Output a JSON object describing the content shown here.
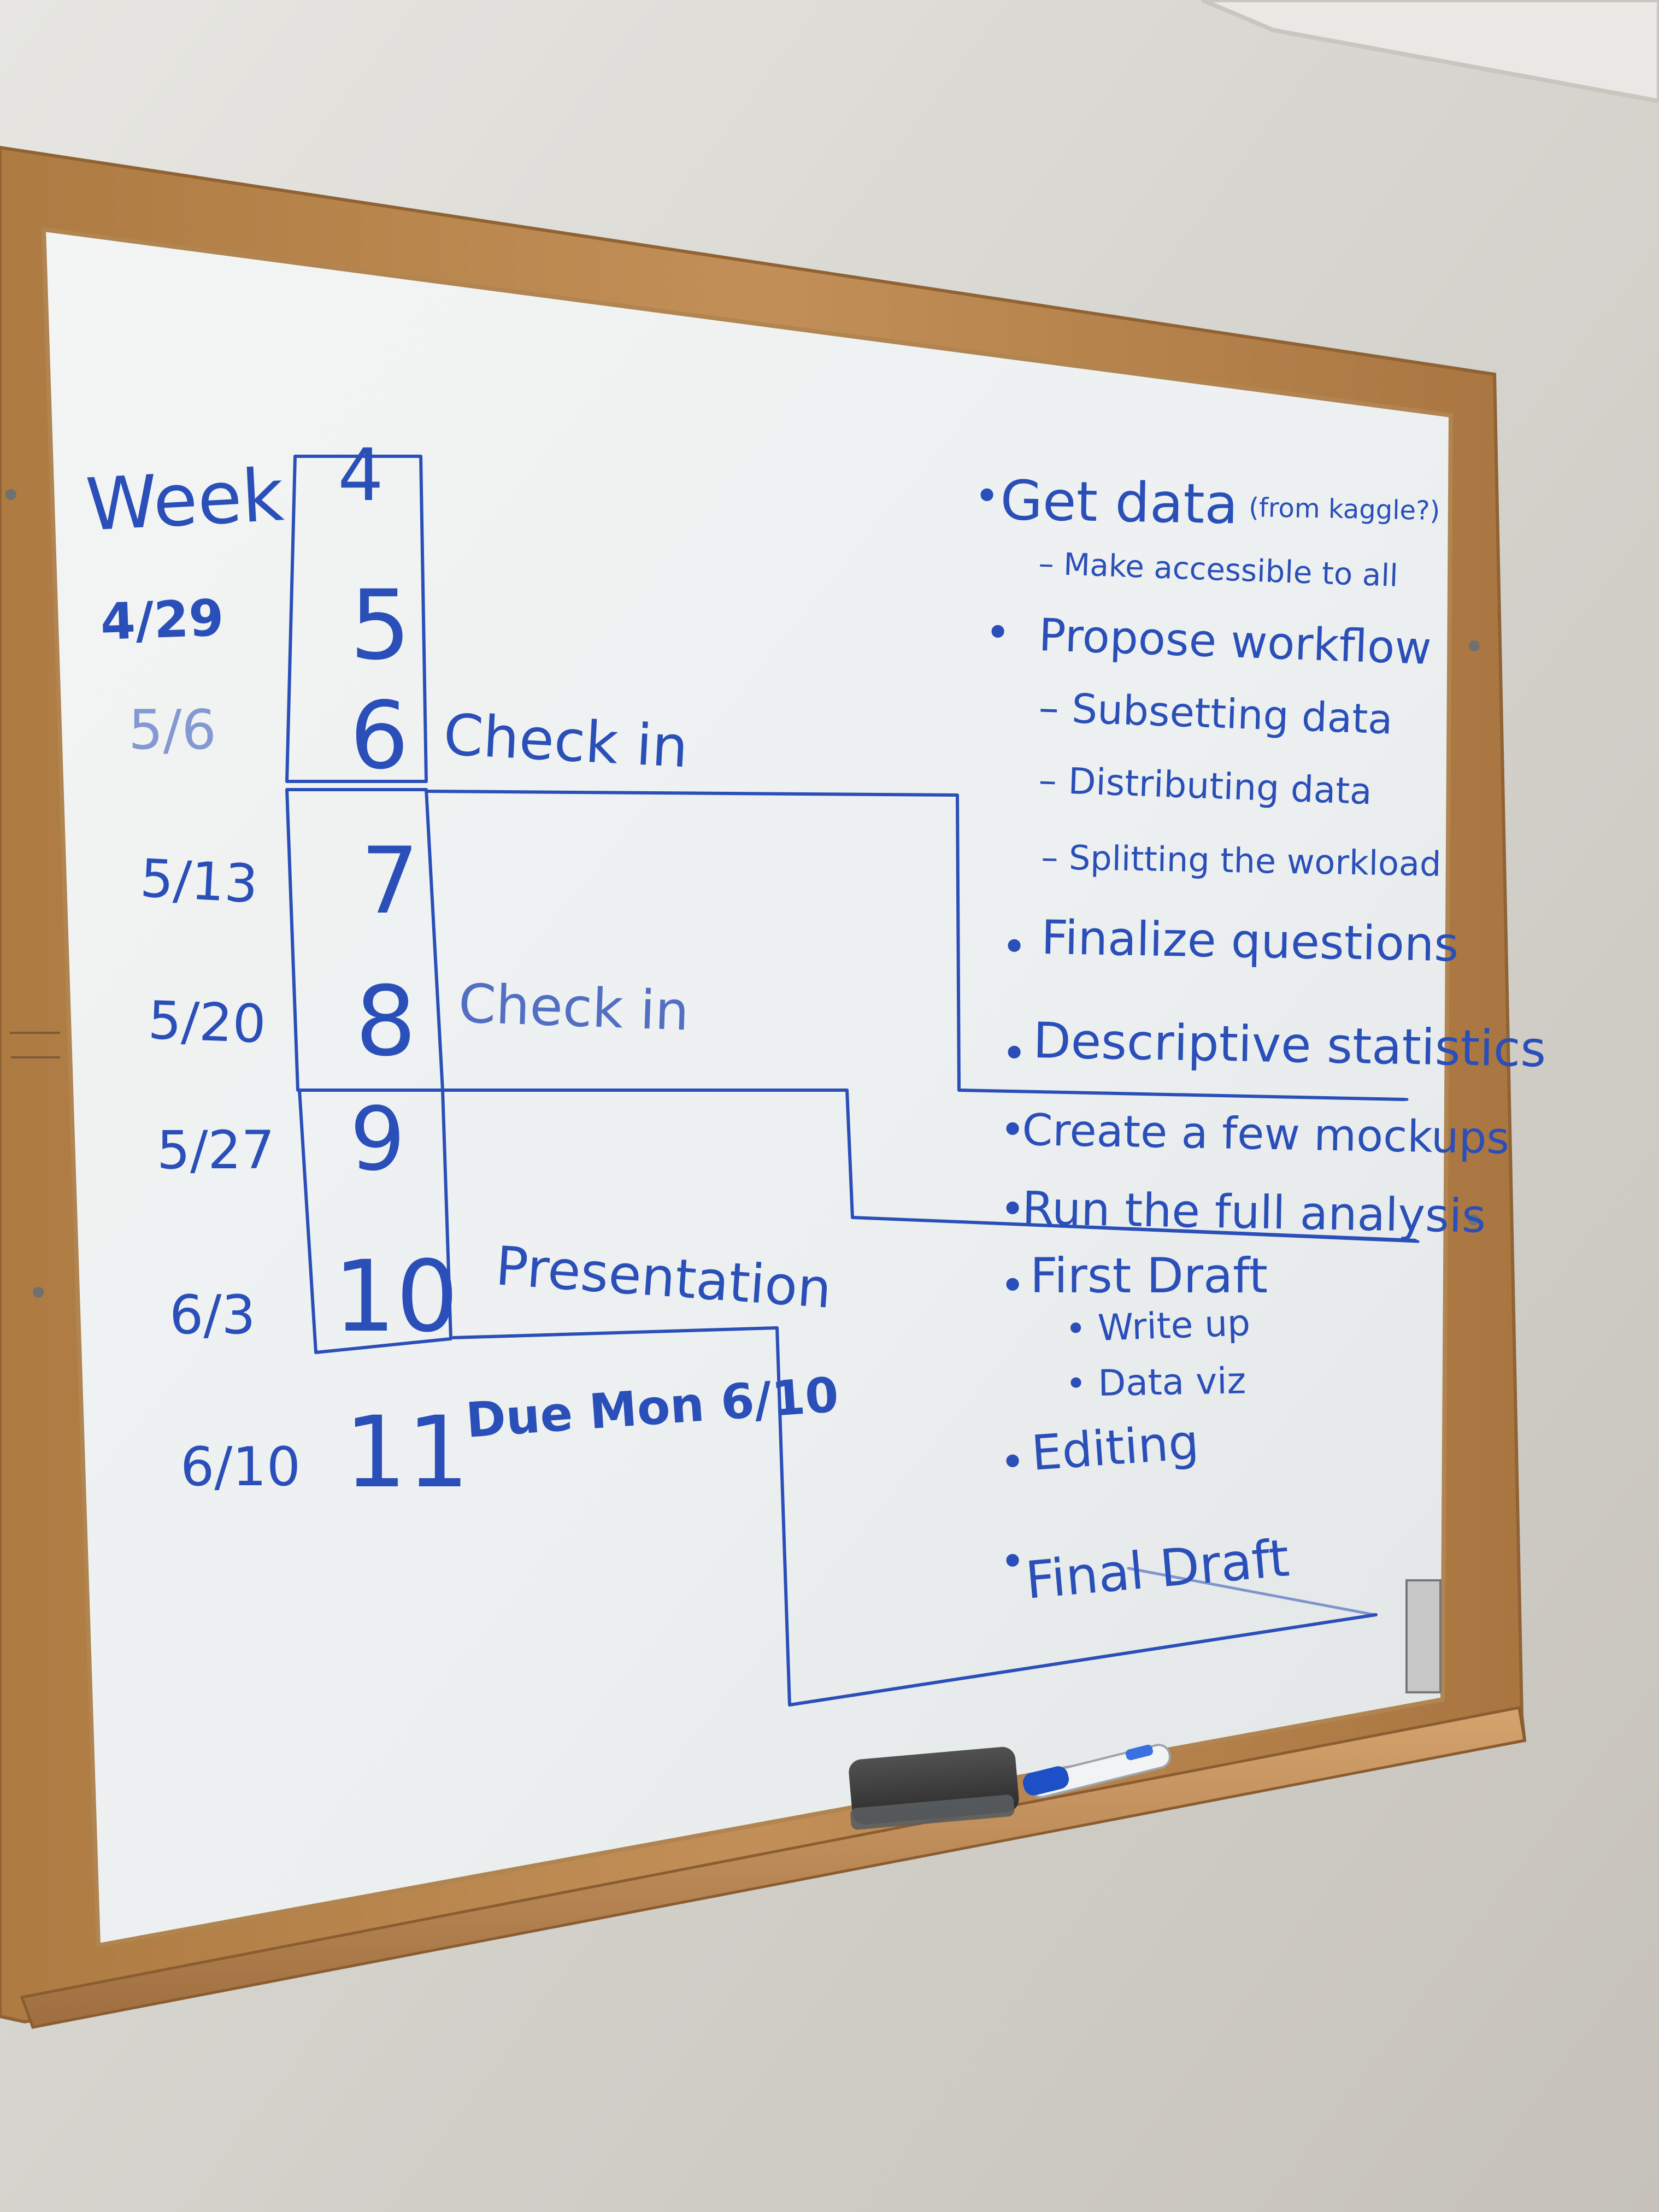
{
  "whiteboard": {
    "header": "Week",
    "weeks": [
      {
        "date": "",
        "week": "4",
        "note": ""
      },
      {
        "date": "4/29",
        "week": "5",
        "note": ""
      },
      {
        "date": "5/6",
        "week": "6",
        "note": "Check in"
      },
      {
        "date": "5/13",
        "week": "7",
        "note": ""
      },
      {
        "date": "5/20",
        "week": "8",
        "note": "Check in"
      },
      {
        "date": "5/27",
        "week": "9",
        "note": ""
      },
      {
        "date": "6/3",
        "week": "10",
        "note": "Presentation"
      },
      {
        "date": "6/10",
        "week": "11",
        "note": "Due Mon 6/10"
      }
    ],
    "tasks": [
      {
        "bullet": "•",
        "text": "Get data",
        "aside": "(from kaggle?)"
      },
      {
        "bullet": "",
        "text": "– Make accessible to all",
        "aside": ""
      },
      {
        "bullet": "•",
        "text": "Propose workflow",
        "aside": ""
      },
      {
        "bullet": "",
        "text": "– Subsetting data",
        "aside": ""
      },
      {
        "bullet": "",
        "text": "– Distributing data",
        "aside": ""
      },
      {
        "bullet": "",
        "text": "– Splitting the workload",
        "aside": ""
      },
      {
        "bullet": "•",
        "text": "Finalize questions",
        "aside": ""
      },
      {
        "bullet": "•",
        "text": "Descriptive statistics",
        "aside": ""
      },
      {
        "bullet": "•",
        "text": "Create a few mockups",
        "aside": ""
      },
      {
        "bullet": "•",
        "text": "Run the full analysis",
        "aside": ""
      },
      {
        "bullet": "•",
        "text": "First Draft",
        "aside": ""
      },
      {
        "bullet": "",
        "text": "• Write up",
        "aside": ""
      },
      {
        "bullet": "",
        "text": "• Data viz",
        "aside": ""
      },
      {
        "bullet": "•",
        "text": "Editing",
        "aside": ""
      },
      {
        "bullet": "•",
        "text": "Final Draft",
        "aside": ""
      }
    ]
  },
  "colors": {
    "wall": "#d8d6d1",
    "frame": "#b7854c",
    "board": "#eef1f0",
    "marker_ink": "#2a4fb8",
    "eraser": "#3a3b3a",
    "marker_body": "#f1f3f5",
    "marker_cap": "#1d4fc6"
  }
}
